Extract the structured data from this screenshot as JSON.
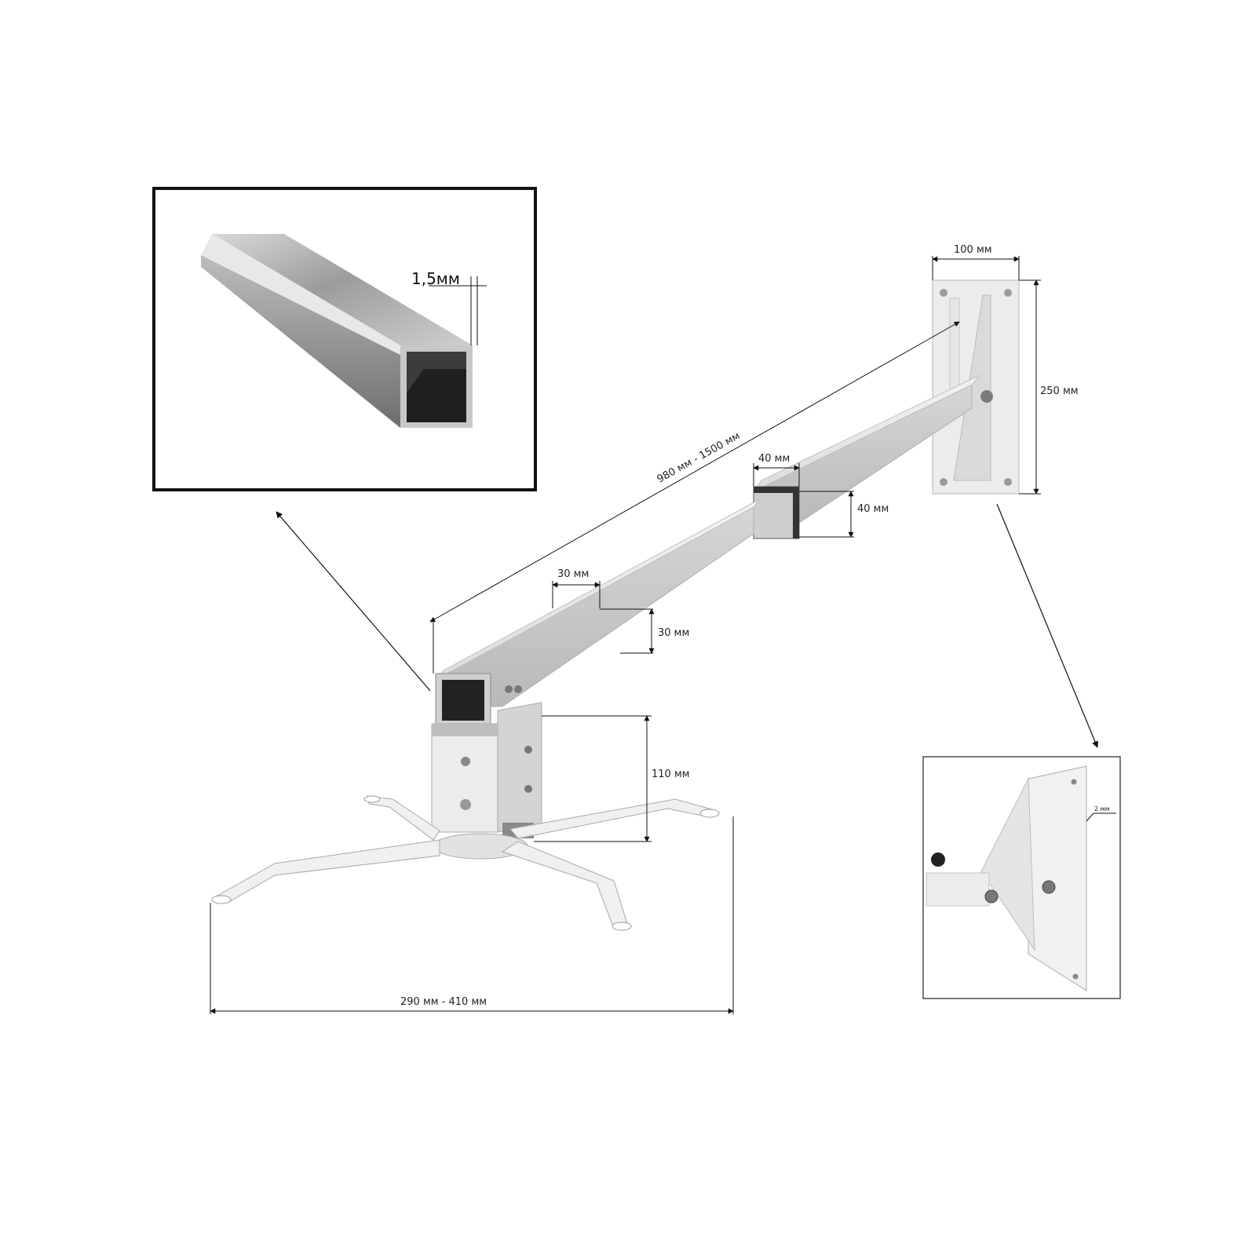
{
  "dimensions": {
    "arm_length": "980 мм - 1500 мм",
    "outer_tube_width": "40 мм",
    "outer_tube_height": "40 мм",
    "inner_tube_width": "30 мм",
    "inner_tube_height": "30 мм",
    "wall_plate_width": "100 мм",
    "wall_plate_height": "250 мм",
    "head_height": "110 мм",
    "spider_span": "290 мм - 410 мм",
    "tube_wall_thickness": "1,5мм",
    "plate_thickness": "2 мм"
  },
  "colors": {
    "metal_light": "#ececec",
    "metal_mid": "#cfcfcf",
    "metal_dark": "#9a9a9a",
    "tube_inner": "#2b2b2b",
    "line": "#111111"
  }
}
